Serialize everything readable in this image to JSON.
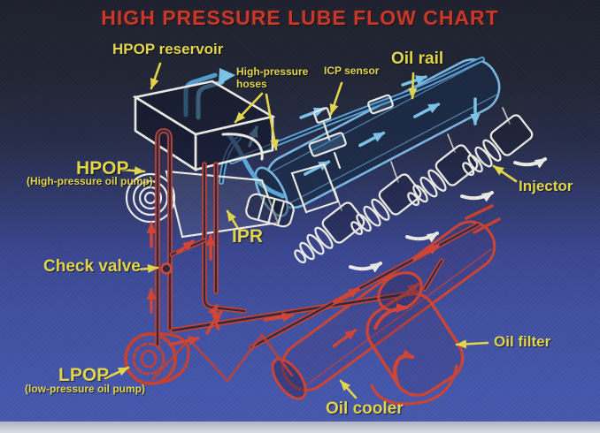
{
  "title": "HIGH PRESSURE LUBE FLOW CHART",
  "labels": {
    "hpop_reservoir": "HPOP reservoir",
    "high_pressure_hoses": "High-pressure hoses",
    "icp_sensor": "ICP sensor",
    "oil_rail": "Oil rail",
    "injector": "Injector",
    "hpop": "HPOP",
    "hpop_subtitle": "(High-pressure oil pump)",
    "ipr": "IPR",
    "check_valve": "Check valve",
    "lpop": "LPOP",
    "lpop_subtitle": "(low-pressure oil pump)",
    "oil_cooler": "Oil cooler",
    "oil_filter": "Oil filter"
  },
  "colors": {
    "background_top": "#1e212d",
    "background_bottom": "#4859ae",
    "title_red": "#c8382a",
    "label_yellow": "#e5d74b",
    "high_pressure_blue": "#5aa7d8",
    "low_pressure_red": "#cc4434",
    "outline_white": "#eceae4",
    "scan_strip_gray": "#d9dde4"
  }
}
